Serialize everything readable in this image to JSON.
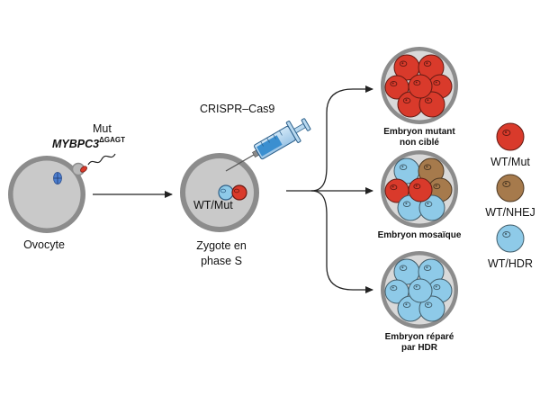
{
  "oocyte": {
    "label": "Ovocyte"
  },
  "mutation": {
    "label": "Mut",
    "gene": "MYBPC3",
    "superscript": "ΔGAGT"
  },
  "crispr": {
    "label": "CRISPR–Cas9"
  },
  "zygote": {
    "inner_label": "WT/Mut",
    "label_line1": "Zygote en",
    "label_line2": "phase S"
  },
  "outcomes": [
    {
      "line1": "Embryon mutant",
      "line2": "non ciblé"
    },
    {
      "line1": "Embryon mosaïque",
      "line2": ""
    },
    {
      "line1": "Embryon réparé",
      "line2": "par HDR"
    }
  ],
  "legend": [
    {
      "label": "WT/Mut",
      "color": "#d93a2b"
    },
    {
      "label": "WT/NHEJ",
      "color": "#a67a4c"
    },
    {
      "label": "WT/HDR",
      "color": "#8ecae8"
    }
  ],
  "colors": {
    "mutant": "#d93a2b",
    "nhej": "#a67a4c",
    "hdr": "#8ecae8",
    "zona": "#8a8a8a",
    "cytoplasm": "#c6c6c6",
    "syringe": "#3b8fd0"
  }
}
